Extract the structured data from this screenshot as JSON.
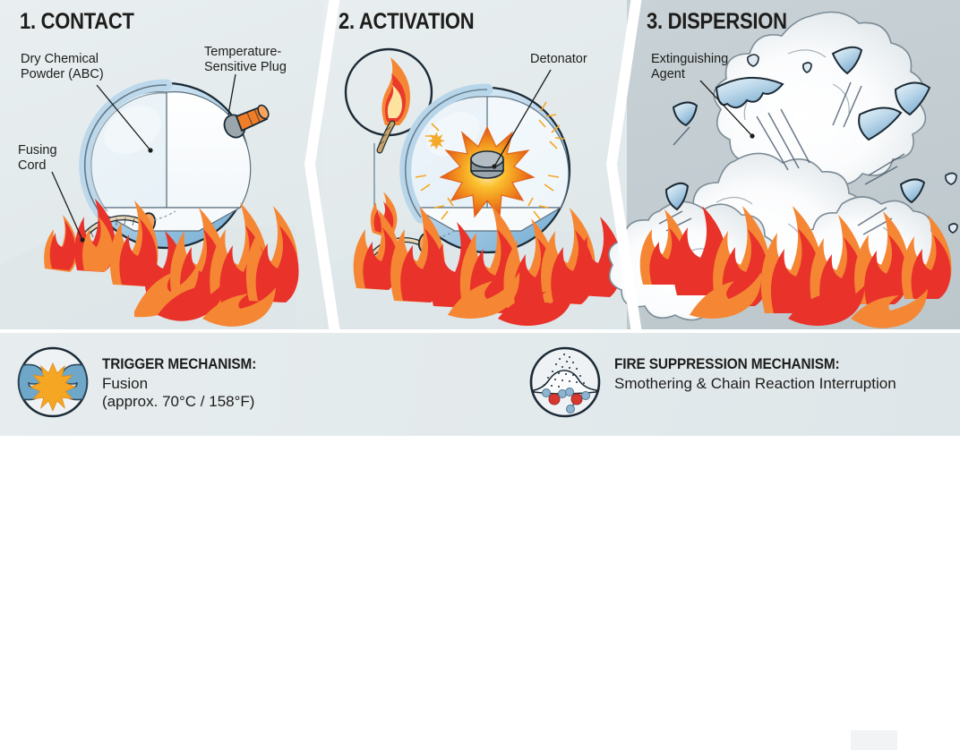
{
  "panels": [
    {
      "id": "contact",
      "title": "1. CONTACT",
      "labels": [
        {
          "name": "dry-chemical-powder",
          "text": "Dry Chemical\nPowder (ABC)"
        },
        {
          "name": "temperature-sensitive-plug",
          "text": "Temperature-\nSensitive Plug"
        },
        {
          "name": "fusing-cord",
          "text": "Fusing\nCord"
        }
      ]
    },
    {
      "id": "activation",
      "title": "2. ACTIVATION",
      "labels": [
        {
          "name": "detonator",
          "text": "Detonator"
        }
      ]
    },
    {
      "id": "dispersion",
      "title": "3. DISPERSION",
      "labels": [
        {
          "name": "extinguishing-agent",
          "text": "Extinguishing\nAgent"
        }
      ]
    }
  ],
  "label_text": {
    "powder_line1": "Dry Chemical",
    "powder_line2": "Powder (ABC)",
    "plug_line1": "Temperature-",
    "plug_line2": "Sensitive Plug",
    "fusing_line1": "Fusing",
    "fusing_line2": "Cord",
    "detonator": "Detonator",
    "agent_line1": "Extinguishing",
    "agent_line2": "Agent"
  },
  "footer": {
    "trigger": {
      "heading": "TRIGGER MECHANISM:",
      "line1": "Fusion",
      "line2": "(approx. 70°C / 158°F)",
      "icon": "fusion-icon"
    },
    "suppression": {
      "heading": "FIRE SUPPRESSION MECHANISM:",
      "line1": "Smothering & Chain Reaction Interruption",
      "icon": "powder-molecule-icon"
    }
  },
  "colors": {
    "panel_bg_light": "#e7edef",
    "panel_bg_dark": "#c5ced3",
    "divider": "#ffffff",
    "text": "#1d1d1b",
    "flame_red": "#e8322a",
    "flame_orange": "#f58634",
    "sphere_blue_light": "#dceaf5",
    "sphere_blue_mid": "#9dc8e4",
    "sphere_blue_deep": "#6aa7d0",
    "outline": "#1b2a35",
    "plug_orange": "#f07d28",
    "detonator_gray": "#8b949b",
    "molecule_red": "#d8382f",
    "molecule_blue": "#7fa8c6",
    "icon_blue": "#6fa7c9",
    "smoke_white": "#ffffff",
    "smoke_shadow": "#c8d2d8"
  }
}
